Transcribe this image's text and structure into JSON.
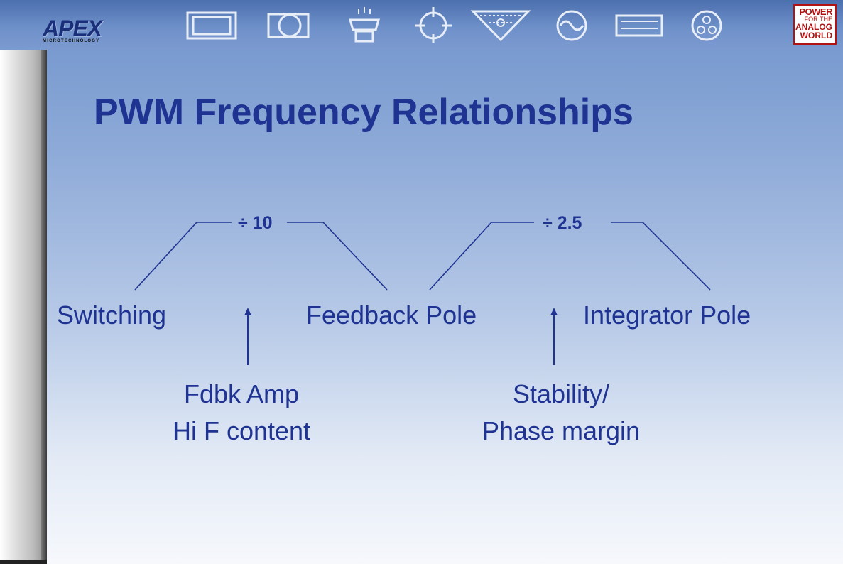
{
  "header": {
    "logo": {
      "name": "APEX",
      "sub": "MICROTECHNOLOGY"
    },
    "icons": [
      "op-amp-package-icon",
      "round-package-icon",
      "note-package-icon",
      "crosshair-package-icon",
      "triangle-package-icon",
      "sine-wave-icon",
      "flat-package-icon",
      "circle-package-icon"
    ],
    "badge": {
      "line1": "POWER",
      "line2": "FOR THE",
      "line3": "ANALOG",
      "line4": "WORLD"
    }
  },
  "slide": {
    "title": "PWM Frequency Relationships",
    "nodes": {
      "switching": "Switching",
      "feedback_pole": "Feedback Pole",
      "integrator_pole": "Integrator Pole"
    },
    "ratios": {
      "first": "÷ 10",
      "second": "÷ 2.5"
    },
    "notes": {
      "fdbk_line1": "Fdbk Amp",
      "fdbk_line2": "Hi F content",
      "stability_line1": "Stability/",
      "stability_line2": "Phase margin"
    }
  },
  "colors": {
    "title": "#1f3392",
    "text": "#1f3392",
    "badge_red": "#b31212",
    "logo_blue": "#1a2f7a"
  }
}
